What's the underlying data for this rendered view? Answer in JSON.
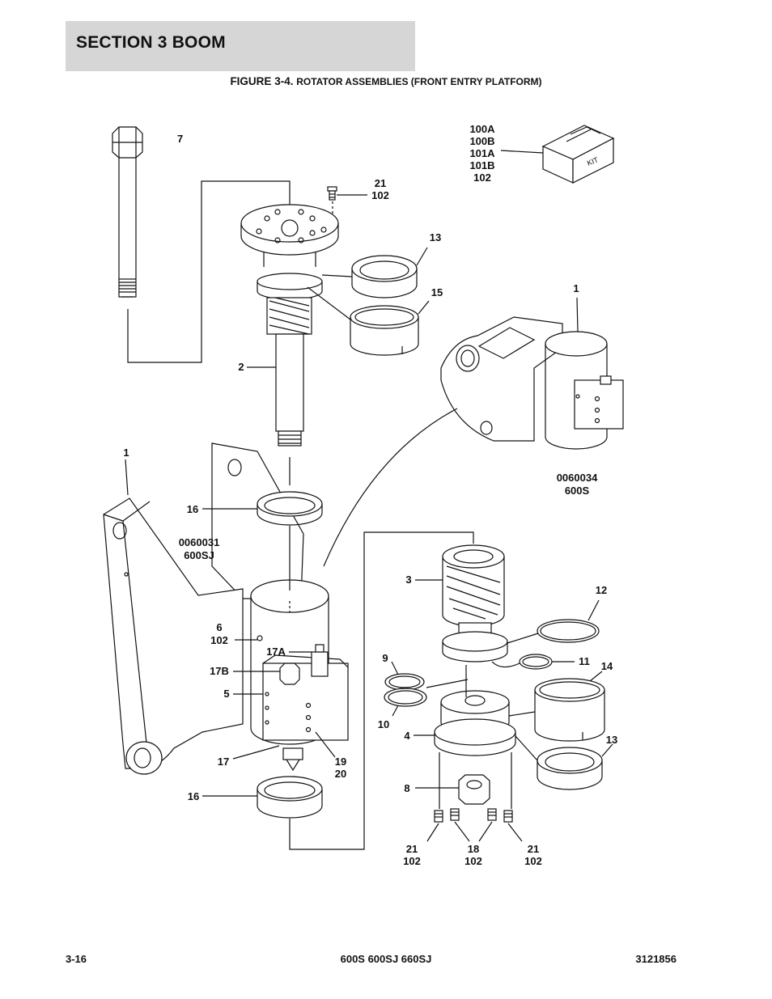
{
  "header": {
    "section_title": "SECTION 3   BOOM",
    "figure_number": "FIGURE 3-4.",
    "figure_caption": "ROTATOR ASSEMBLIES (FRONT ENTRY PLATFORM)"
  },
  "callouts": {
    "c7": "7",
    "kit_1": "100A",
    "kit_2": "100B",
    "kit_3": "101A",
    "kit_4": "101B",
    "kit_5": "102",
    "kit_box_label": "KIT",
    "c21a_1": "21",
    "c21a_2": "102",
    "c13a": "13",
    "c15": "15",
    "c1_right": "1",
    "c2": "2",
    "c1_left": "1",
    "c16a": "16",
    "left_part_1": "0060031",
    "left_part_2": "600SJ",
    "right_part_1": "0060034",
    "right_part_2": "600S",
    "c3": "3",
    "c12": "12",
    "c6_1": "6",
    "c6_2": "102",
    "c17a": "17A",
    "c9": "9",
    "c11": "11",
    "c14": "14",
    "c17b": "17B",
    "c5": "5",
    "c10": "10",
    "c4": "4",
    "c13b": "13",
    "c17": "17",
    "c19": "19",
    "c20": "20",
    "c8": "8",
    "c16b": "16",
    "c21b_1": "21",
    "c21b_2": "102",
    "c18_1": "18",
    "c18_2": "102",
    "c21c_1": "21",
    "c21c_2": "102"
  },
  "footer": {
    "page_number": "3-16",
    "models": "600S 600SJ 660SJ",
    "doc_number": "3121856"
  }
}
